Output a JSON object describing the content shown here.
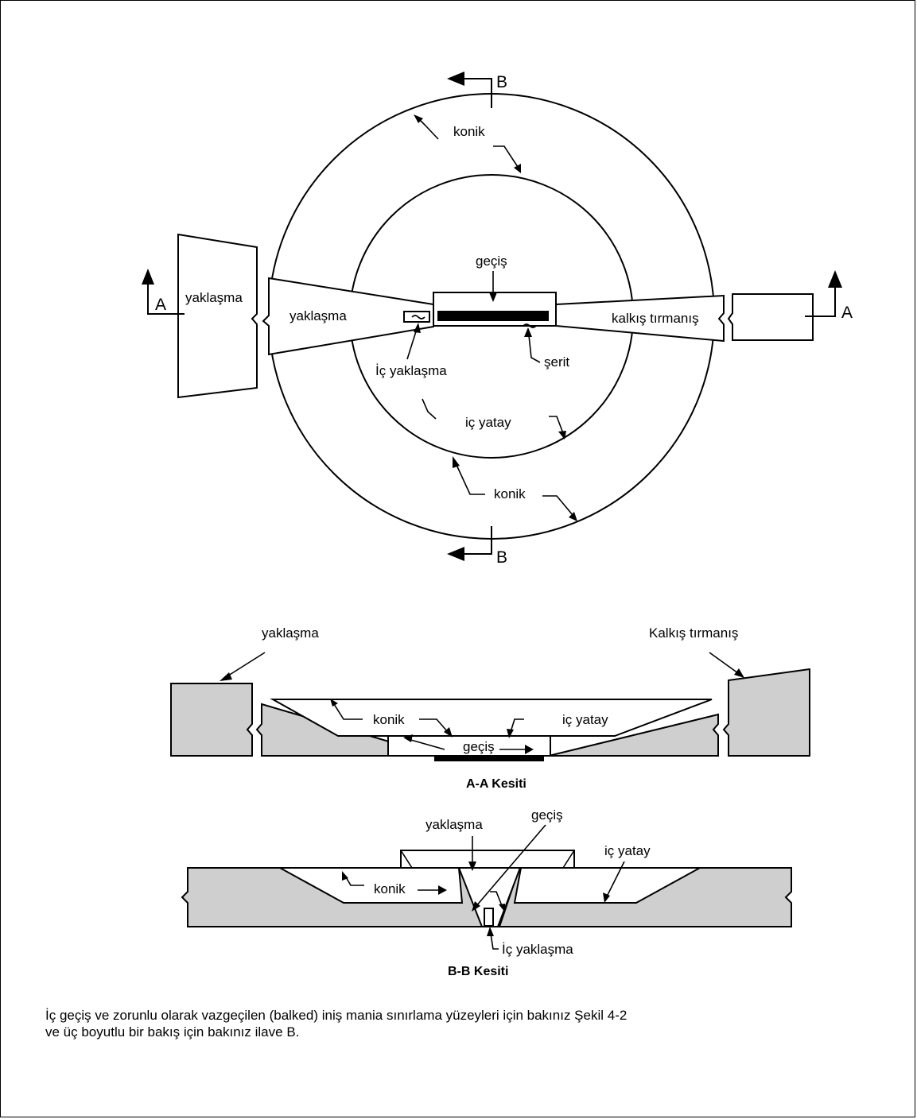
{
  "plan_view": {
    "section_a_marker": "A",
    "section_b_marker": "B",
    "konik_top": "konik",
    "konik_bottom": "konik",
    "gecis": "geçiş",
    "yaklasma_outer": "yaklaşma",
    "yaklasma_inner": "yaklaşma",
    "kalkis_tirmanis": "kalkış tırmanış",
    "ic_yaklasma": "İç yaklaşma",
    "serit": "şerit",
    "ic_yatay": "iç yatay"
  },
  "section_aa": {
    "yaklasma": "yaklaşma",
    "kalkis_tirmanis": "Kalkış tırmanış",
    "konik": "konik",
    "ic_yatay": "iç yatay",
    "gecis": "geçiş",
    "caption": "A-A Kesiti"
  },
  "section_bb": {
    "yaklasma": "yaklaşma",
    "gecis": "geçiş",
    "ic_yatay": "iç yatay",
    "konik": "konik",
    "ic_yaklasma": "İç yaklaşma",
    "caption": "B-B Kesiti"
  },
  "footnote": {
    "line1": "İç geçiş ve zorunlu olarak vazgeçilen (balked) iniş mania sınırlama yüzeyleri için bakınız Şekil 4-2",
    "line2": "ve üç boyutlu bir bakış için bakınız ilave B."
  }
}
